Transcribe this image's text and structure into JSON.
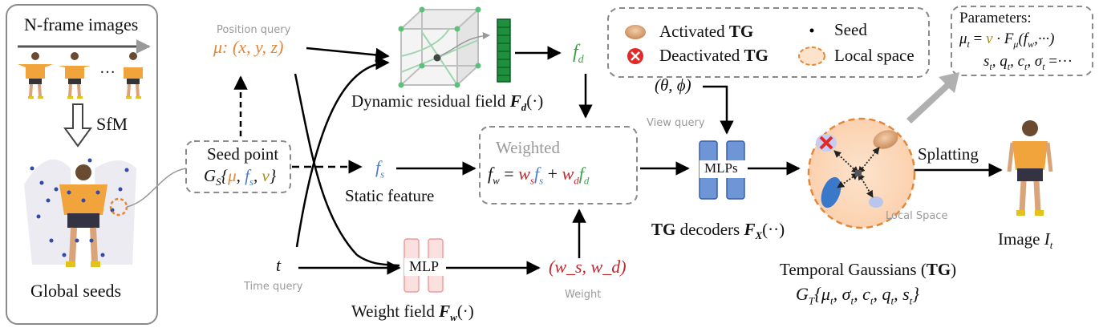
{
  "colors": {
    "orange": "#e3873a",
    "blue": "#4d7cc6",
    "gold": "#b08a12",
    "red": "#c0262d",
    "green": "#3aa14a",
    "gray": "#9a9a9a",
    "mlp_blue": "#6e95d6",
    "mlp_pink": "#f4b6b6"
  },
  "left_panel": {
    "title": "N-frame images",
    "ellipsis": "…",
    "sfm_label": "SfM",
    "caption": "Global seeds"
  },
  "seed_point": {
    "title": "Seed point",
    "symbol": "G",
    "subscript": "S",
    "open": "{",
    "mu": "μ",
    "comma1": ", ",
    "fs": "f",
    "fs_sub": "s",
    "comma2": ", ",
    "v": "v",
    "close": "}"
  },
  "position_query": {
    "label": "Position query",
    "formula": "μ: (x, y, z)"
  },
  "time_query": {
    "symbol": "t",
    "label": "Time query"
  },
  "dynamic_field": {
    "caption": "Dynamic residual field",
    "symbol": "F",
    "subscript": "d",
    "args": "(·)",
    "output": "f",
    "output_sub": "d"
  },
  "static_feature": {
    "symbol": "f",
    "subscript": "s",
    "caption": "Static feature"
  },
  "weight_field": {
    "mlp_label": "MLP",
    "caption": "Weight field",
    "symbol": "F",
    "subscript": "w",
    "args": "(·)",
    "output": "(w_s, w_d)",
    "output_label": "Weight"
  },
  "weighted_box": {
    "title": "Weighted",
    "formula_lhs": "f",
    "formula_lhs_sub": "w",
    "eq": " = ",
    "ws": "w",
    "ws_sub": "s",
    "fs": "f",
    "fs_sub": "s",
    "plus": " + ",
    "wd": "w",
    "wd_sub": "d",
    "fd": "f",
    "fd_sub": "d"
  },
  "view_query": {
    "formula": "(θ, ϕ)",
    "label": "View query"
  },
  "tg_decoders": {
    "mlp_label": "MLPs",
    "caption_prefix": "TG",
    "caption_mid": " decoders ",
    "symbol": "F",
    "subscript": "X",
    "args": "(··)"
  },
  "legend": {
    "activated_prefix": "Activated ",
    "activated_bold": "TG",
    "deactivated_prefix": "Deactivated ",
    "deactivated_bold": "TG",
    "seed": "Seed",
    "local_space": "Local space"
  },
  "parameters": {
    "title": "Parameters:",
    "line1_lhs": "μ",
    "line1_lhs_sub": "t",
    "line1_eq": " = ",
    "line1_v": "v",
    "line1_rest": " · F",
    "line1_rest_sub": "μ",
    "line1_args": "(f",
    "line1_args_sub": "w",
    "line1_tail": ",···)",
    "line2": "s",
    "line2_sub": "t",
    "line2_b": ", q",
    "line2_b_sub": "t",
    "line2_c": ", c",
    "line2_c_sub": "t",
    "line2_d": ", σ",
    "line2_d_sub": "t",
    "line2_tail": " =···"
  },
  "temporal_gaussians": {
    "local_space_label": "Local Space",
    "caption_prefix": "Temporal Gaussians (",
    "caption_bold": "TG",
    "caption_suffix": ")",
    "formula_symbol": "G",
    "formula_sub": "T",
    "formula_body": "{μ",
    "formula_body_sub": "t",
    "formula_b": ", σ",
    "formula_b_sub": "t",
    "formula_c": ", c",
    "formula_c_sub": "t",
    "formula_d": ", q",
    "formula_d_sub": "t",
    "formula_e": ", s",
    "formula_e_sub": "t",
    "formula_close": "}"
  },
  "splatting": {
    "label": "Splatting"
  },
  "output_image": {
    "caption": "Image",
    "symbol": "I",
    "subscript": "t"
  }
}
